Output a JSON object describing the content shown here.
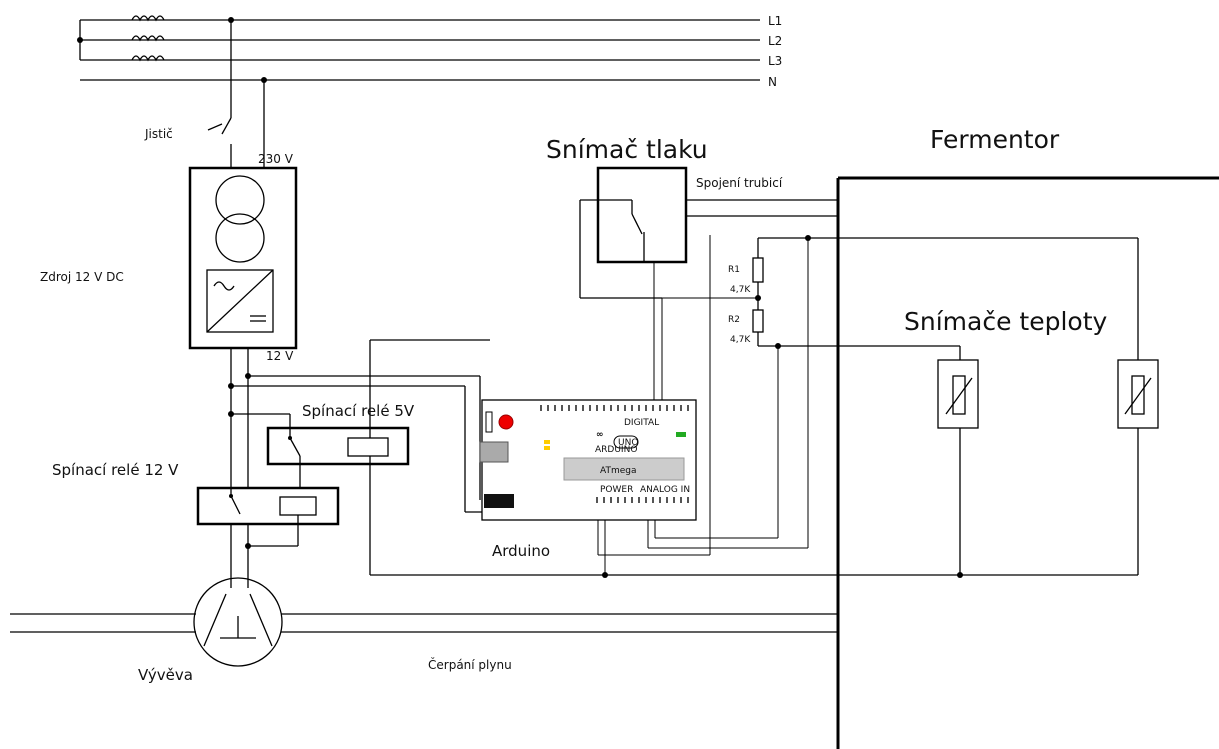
{
  "phases": [
    "L1",
    "L2",
    "L3",
    "N"
  ],
  "labels": {
    "breaker": "Jistič",
    "v230": "230 V",
    "psu": "Zdroj 12 V DC",
    "v12": "12 V",
    "relay5": "Spínací relé 5V",
    "relay12": "Spínací relé 12 V",
    "arduino": "Arduino",
    "pump": "Vývěva",
    "gas_pumping": "Čerpání plynu",
    "pressure_sensor": "Snímač tlaku",
    "tube_link": "Spojení trubicí",
    "fermenter": "Fermentor",
    "temp_sensors": "Snímače teploty",
    "r1": "R1",
    "r1_val": "4,7K",
    "r2": "R2",
    "r2_val": "4,7K"
  },
  "arduino_board": {
    "logo_text": "ARDUINO",
    "uno": "UNO",
    "chip": "ATmega",
    "digital": "DIGITAL",
    "power": "POWER",
    "analog": "ANALOG IN"
  }
}
